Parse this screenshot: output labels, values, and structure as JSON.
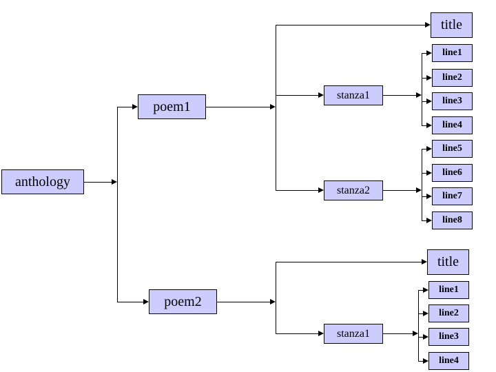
{
  "diagram": {
    "anthology": "anthology",
    "poem1": {
      "label": "poem1",
      "title": "title",
      "stanza1": {
        "label": "stanza1",
        "lines": [
          "line1",
          "line2",
          "line3",
          "line4"
        ]
      },
      "stanza2": {
        "label": "stanza2",
        "lines": [
          "line5",
          "line6",
          "line7",
          "line8"
        ]
      }
    },
    "poem2": {
      "label": "poem2",
      "title": "title",
      "stanza1": {
        "label": "stanza1",
        "lines": [
          "line1",
          "line2",
          "line3",
          "line4"
        ]
      }
    },
    "colors": {
      "box_fill": "#ccccff",
      "box_border": "#000000",
      "connector": "#000000",
      "background": "#ffffff"
    }
  }
}
